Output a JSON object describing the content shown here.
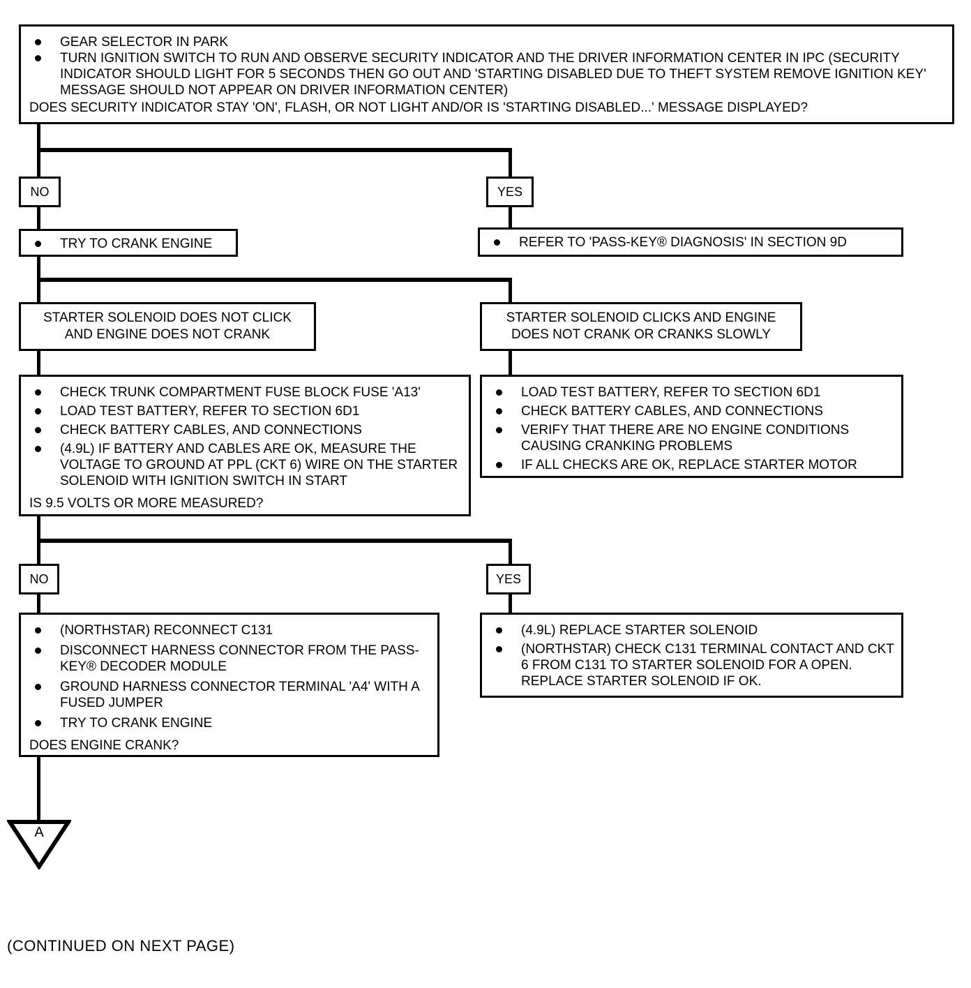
{
  "colors": {
    "ink": "#000000",
    "paper": "#ffffff"
  },
  "footer": {
    "continued_note": "(CONTINUED ON NEXT PAGE)"
  },
  "connector": {
    "label": "A"
  },
  "flow": {
    "start": {
      "bullets": [
        "GEAR SELECTOR IN PARK",
        "TURN IGNITION SWITCH TO RUN AND OBSERVE SECURITY INDICATOR AND THE DRIVER INFORMATION CENTER IN IPC (SECURITY INDICATOR SHOULD LIGHT FOR 5 SECONDS THEN GO OUT AND 'STARTING DISABLED DUE TO THEFT SYSTEM REMOVE IGNITION KEY' MESSAGE SHOULD NOT APPEAR ON DRIVER INFORMATION CENTER)"
      ],
      "question": "DOES SECURITY INDICATOR STAY 'ON', FLASH, OR NOT LIGHT AND/OR IS 'STARTING DISABLED...' MESSAGE DISPLAYED?"
    },
    "decision1": {
      "no": "NO",
      "yes": "YES"
    },
    "try_crank": {
      "bullets": [
        "TRY TO CRANK ENGINE"
      ]
    },
    "refer_passkey": {
      "bullets": [
        "REFER TO 'PASS-KEY® DIAGNOSIS' IN SECTION 9D"
      ]
    },
    "solenoid_no_click": {
      "lines": [
        "STARTER SOLENOID DOES NOT CLICK",
        "AND ENGINE DOES NOT CRANK"
      ]
    },
    "solenoid_clicks": {
      "lines": [
        "STARTER SOLENOID CLICKS AND ENGINE",
        "DOES NOT CRANK OR CRANKS SLOWLY"
      ]
    },
    "checks_no_click": {
      "bullets": [
        "CHECK TRUNK COMPARTMENT FUSE BLOCK FUSE 'A13'",
        "LOAD TEST BATTERY, REFER TO SECTION 6D1",
        "CHECK BATTERY CABLES, AND CONNECTIONS",
        "(4.9L) IF BATTERY AND CABLES ARE OK, MEASURE THE VOLTAGE TO GROUND AT PPL (CKT 6) WIRE ON THE STARTER SOLENOID WITH IGNITION SWITCH IN START"
      ],
      "question": "IS 9.5 VOLTS OR MORE MEASURED?"
    },
    "checks_clicks": {
      "bullets": [
        "LOAD TEST BATTERY, REFER TO SECTION 6D1",
        "CHECK BATTERY CABLES, AND CONNECTIONS",
        "VERIFY THAT THERE ARE NO ENGINE CONDITIONS CAUSING CRANKING PROBLEMS",
        "IF ALL CHECKS ARE OK, REPLACE STARTER MOTOR"
      ]
    },
    "decision2": {
      "no": "NO",
      "yes": "YES"
    },
    "northstar_test": {
      "bullets": [
        "(NORTHSTAR) RECONNECT C131",
        "DISCONNECT HARNESS CONNECTOR FROM THE PASS-KEY® DECODER MODULE",
        "GROUND HARNESS CONNECTOR TERMINAL 'A4' WITH A FUSED JUMPER",
        "TRY TO CRANK ENGINE"
      ],
      "question": "DOES ENGINE CRANK?"
    },
    "replace_solenoid": {
      "bullets": [
        "(4.9L) REPLACE STARTER SOLENOID",
        "(NORTHSTAR) CHECK C131 TERMINAL CONTACT AND CKT 6 FROM C131 TO STARTER SOLENOID FOR A OPEN.  REPLACE STARTER SOLENOID IF OK."
      ]
    }
  }
}
